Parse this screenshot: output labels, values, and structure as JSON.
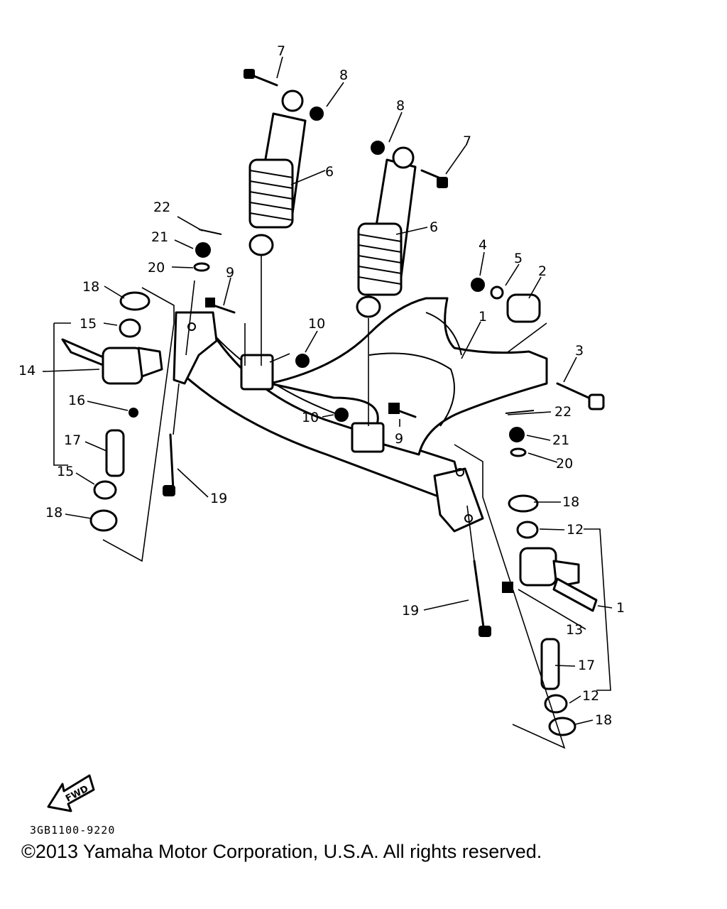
{
  "diagram": {
    "callouts": [
      "1",
      "2",
      "3",
      "4",
      "5",
      "6",
      "7",
      "8",
      "9",
      "10",
      "12",
      "13",
      "14",
      "15",
      "16",
      "17",
      "18",
      "19",
      "20",
      "21",
      "22"
    ],
    "fwd_label": "FWD",
    "part_code": "3GB1100-9220",
    "copyright": "©2013 Yamaha Motor Corporation, U.S.A. All rights reserved."
  }
}
